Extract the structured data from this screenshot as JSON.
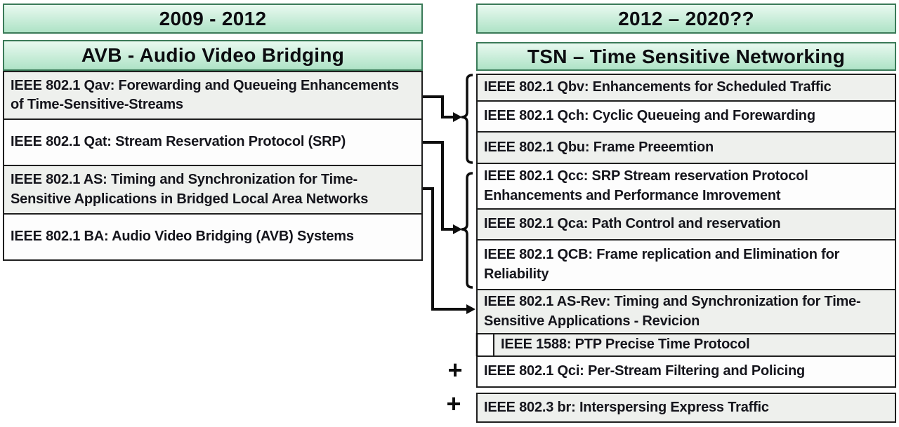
{
  "left_panel": {
    "period": "2009 - 2012",
    "title": "AVB - Audio Video Bridging",
    "items": [
      "IEEE 802.1 Qav: Forewarding and Queueing Enhancements of Time-Sensitive-Streams",
      "IEEE 802.1 Qat: Stream Reservation Protocol (SRP)",
      "IEEE 802.1 AS: Timing and Synchronization for Time-Sensitive Applications in Bridged Local Area Networks",
      "IEEE 802.1 BA: Audio Video Bridging (AVB) Systems"
    ]
  },
  "right_panel": {
    "period": "2012 – 2020??",
    "title": "TSN – Time Sensitive Networking",
    "items": [
      "IEEE 802.1 Qbv: Enhancements for Scheduled Traffic",
      "IEEE 802.1 Qch: Cyclic Queueing and Forewarding",
      "IEEE 802.1 Qbu: Frame Preeemtion",
      "IEEE 802.1 Qcc: SRP Stream reservation Protocol Enhancements and Performance Imrovement",
      "IEEE 802.1 Qca: Path Control and reservation",
      "IEEE 802.1 QCB: Frame replication and Elimination for Reliability",
      "IEEE 802.1 AS-Rev: Timing and Synchronization for Time-Sensitive Applications - Revicion",
      "IEEE 1588: PTP Precise Time Protocol",
      "IEEE 802.1 Qci: Per-Stream Filtering and Policing",
      "IEEE 802.3 br: Interspersing Express Traffic"
    ]
  },
  "annotations": {
    "plus_signs": [
      "+",
      "+"
    ]
  },
  "connections": [
    {
      "from": "IEEE 802.1 Qav",
      "to_group": [
        "IEEE 802.1 Qbv",
        "IEEE 802.1 Qch",
        "IEEE 802.1 Qbu"
      ]
    },
    {
      "from": "IEEE 802.1 Qat",
      "to_group": [
        "IEEE 802.1 Qcc",
        "IEEE 802.1 Qca",
        "IEEE 802.1 QCB"
      ]
    },
    {
      "from": "IEEE 802.1 AS",
      "to": "IEEE 802.1 AS-Rev"
    }
  ],
  "colors": {
    "header-grad-top": "#e9f9f0",
    "header-grad-bottom": "#aee3c6",
    "header-border": "#3a7a58",
    "row-gray": "#eef0ed",
    "row-white": "#fdfdfd",
    "row-border": "#1f1f1f",
    "text": "#15151c",
    "line": "#0d0d0d",
    "background": "#ffffff"
  }
}
